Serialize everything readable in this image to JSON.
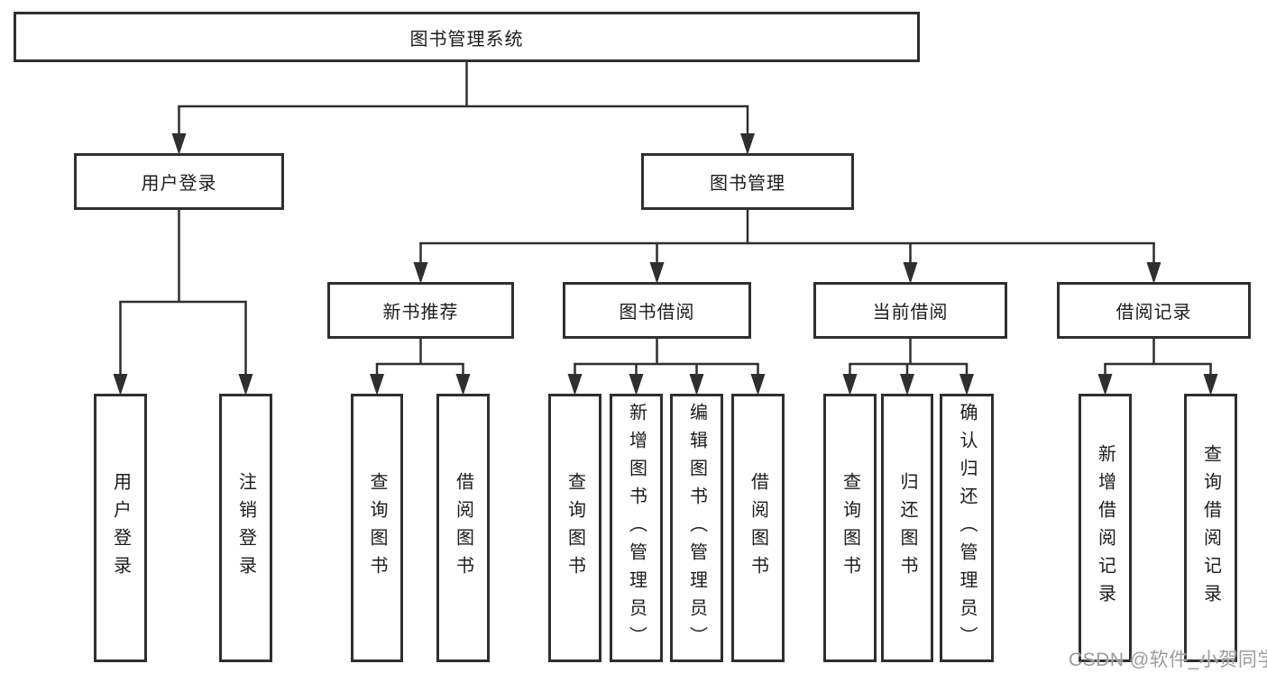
{
  "diagram_title": "图书管理系统",
  "colors": {
    "line": "#2f2f2f",
    "text": "#1c1c1c",
    "background": "#ffffff",
    "watermark": "#9c9c9c"
  },
  "watermark": {
    "text": "CSDN @软件_小贺同学"
  },
  "nodes": [
    {
      "id": "root",
      "label": "图书管理系统",
      "orientation": "horizontal",
      "level": 1
    },
    {
      "id": "user-login",
      "label": "用户登录",
      "orientation": "horizontal",
      "level": 2
    },
    {
      "id": "book-mgmt",
      "label": "图书管理",
      "orientation": "horizontal",
      "level": 2
    },
    {
      "id": "new-book-rec",
      "label": "新书推荐",
      "orientation": "horizontal",
      "level": 3
    },
    {
      "id": "book-borrow",
      "label": "图书借阅",
      "orientation": "horizontal",
      "level": 3
    },
    {
      "id": "current-borrow",
      "label": "当前借阅",
      "orientation": "horizontal",
      "level": 3
    },
    {
      "id": "borrow-record",
      "label": "借阅记录",
      "orientation": "horizontal",
      "level": 3
    },
    {
      "id": "leaf-user-login",
      "label": "用户登录",
      "orientation": "vertical",
      "level": 4
    },
    {
      "id": "leaf-logout",
      "label": "注销登录",
      "orientation": "vertical",
      "level": 4
    },
    {
      "id": "leaf-query-book-new",
      "label": "查询图书",
      "orientation": "vertical",
      "level": 4
    },
    {
      "id": "leaf-borrow-book-new",
      "label": "借阅图书",
      "orientation": "vertical",
      "level": 4
    },
    {
      "id": "leaf-query-book-borrow",
      "label": "查询图书",
      "orientation": "vertical",
      "level": 4
    },
    {
      "id": "leaf-add-book",
      "label": "新增图书（管理员）",
      "orientation": "vertical",
      "level": 4
    },
    {
      "id": "leaf-edit-book",
      "label": "编辑图书（管理员）",
      "orientation": "vertical",
      "level": 4
    },
    {
      "id": "leaf-borrow-book",
      "label": "借阅图书",
      "orientation": "vertical",
      "level": 4
    },
    {
      "id": "leaf-query-book-current",
      "label": "查询图书",
      "orientation": "vertical",
      "level": 4
    },
    {
      "id": "leaf-return-book",
      "label": "归还图书",
      "orientation": "vertical",
      "level": 4
    },
    {
      "id": "leaf-confirm-return",
      "label": "确认归还（管理员）",
      "orientation": "vertical",
      "level": 4
    },
    {
      "id": "leaf-add-borrow-record",
      "label": "新增借阅记录",
      "orientation": "vertical",
      "level": 4
    },
    {
      "id": "leaf-query-borrow-record",
      "label": "查询借阅记录",
      "orientation": "vertical",
      "level": 4
    }
  ],
  "edges": [
    {
      "from": "root",
      "to": [
        "user-login",
        "book-mgmt"
      ]
    },
    {
      "from": "user-login",
      "to": [
        "leaf-user-login",
        "leaf-logout"
      ]
    },
    {
      "from": "book-mgmt",
      "to": [
        "new-book-rec",
        "book-borrow",
        "current-borrow",
        "borrow-record"
      ]
    },
    {
      "from": "new-book-rec",
      "to": [
        "leaf-query-book-new",
        "leaf-borrow-book-new"
      ]
    },
    {
      "from": "book-borrow",
      "to": [
        "leaf-query-book-borrow",
        "leaf-add-book",
        "leaf-edit-book",
        "leaf-borrow-book"
      ]
    },
    {
      "from": "current-borrow",
      "to": [
        "leaf-query-book-current",
        "leaf-return-book",
        "leaf-confirm-return"
      ]
    },
    {
      "from": "borrow-record",
      "to": [
        "leaf-add-borrow-record",
        "leaf-query-borrow-record"
      ]
    }
  ]
}
